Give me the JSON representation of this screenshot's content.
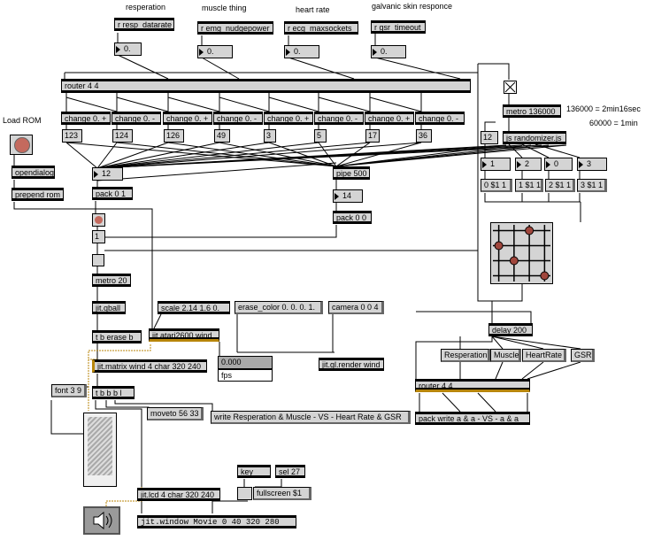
{
  "labels": {
    "resperation": "resperation",
    "muscle": "muscle thing",
    "heart": "heart rate",
    "gsr": "galvanic skin responce",
    "load_rom": "Load ROM",
    "note1": "136000 = 2min16sec",
    "note2": "60000 = 1min"
  },
  "receives": {
    "resp": "r resp_datarate",
    "emg": "r emg_nudgepower",
    "ecg": "r ecg_maxsockets",
    "gsr": "r gsr_timeout"
  },
  "input_numbers": [
    "0.",
    "0.",
    "0.",
    "0."
  ],
  "router_top": "router 4 4",
  "change_objects": [
    "change 0. +",
    "change 0. -",
    "change 0. +",
    "change 0. -",
    "change 0. +",
    "change 0. -",
    "change 0. +",
    "change 0. -"
  ],
  "change_values": [
    "123",
    "124",
    "126",
    "49",
    "3",
    "5",
    "17",
    "36"
  ],
  "left_chain": {
    "opendialog": "opendialog",
    "prepend": "prepend rom",
    "num12": "12",
    "pack01": "pack 0 1",
    "toggle_value": "1",
    "metro20": "metro 20",
    "jit_qball": "jit.qball",
    "trigger": "t b erase b",
    "jit_matrix": "jit.matrix wind 4 char 320 240",
    "tbbbl": "t b b b l",
    "font": "font 3 9",
    "moveto": "moveto 56 33",
    "write_msg": "write Resperation & Muscle - VS - Heart Rate & GSR",
    "jit_lcd": "jit.lcd 4 char 320 240",
    "jit_window": "jit.window Movie 0 40 320 280"
  },
  "middle": {
    "scale": "scale 2.14 1.6 0.",
    "atari": "jit.atari2600 wind",
    "erase_color": "erase_color 0. 0. 0. 1.",
    "camera": "camera 0 0 4",
    "fps_value": "0.000",
    "fps_label": "fps",
    "gl_render": "jit.gl.render wind",
    "pipe": "pipe 500",
    "num14": "14",
    "pack00": "pack 0 0",
    "key": "key",
    "sel27": "sel 27",
    "fullscreen": "fullscreen $1"
  },
  "right": {
    "metro136": "metro 136000",
    "num12": "12",
    "js": "js randomizer.js",
    "nums": [
      "1",
      "2",
      "0",
      "3"
    ],
    "msgs": [
      "0 $1 1",
      "1 $1 1",
      "2 $1 1",
      "3 $1 1"
    ],
    "delay": "delay 200",
    "buttons": [
      "Resperation",
      "Muscle",
      "HeartRate",
      "GSR"
    ],
    "router2": "router 4 4",
    "pack_write": "pack write a & a - VS - a & a"
  },
  "matrix_points": [
    {
      "col": 0,
      "row": 1
    },
    {
      "col": 2,
      "row": 0
    },
    {
      "col": 1,
      "row": 2
    },
    {
      "col": 3,
      "row": 3
    }
  ],
  "colors": {
    "object_fill": "#d4d4d4",
    "patch_cord": "#000000",
    "signal_cord": "#b8860b",
    "matrix_dot": "#a0463c"
  }
}
